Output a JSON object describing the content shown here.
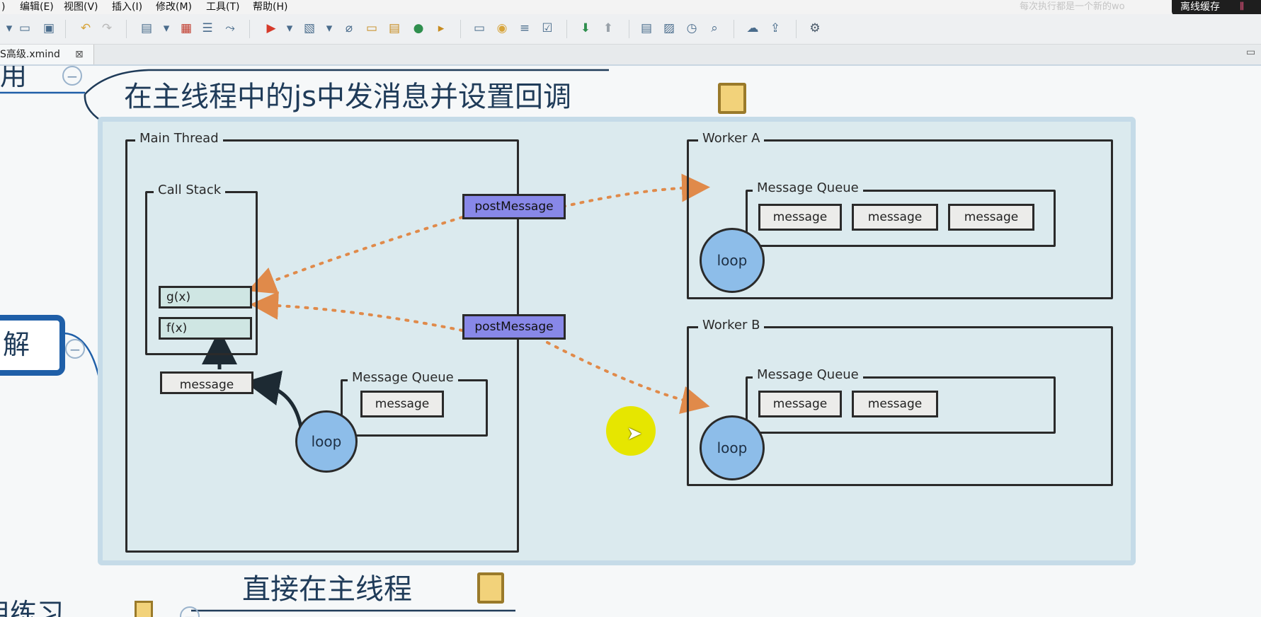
{
  "menubar": {
    "items": [
      "编辑(E)",
      "视图(V)",
      "插入(I)",
      "修改(M)",
      "工具(T)",
      "帮助(H)"
    ],
    "leading_fragment": ")"
  },
  "overlay": {
    "faded_text": "每次执行都是一个新的wo",
    "badge_label": "离线缓存"
  },
  "toolbar": {
    "icons": [
      "new-dropdown-icon",
      "open-folder-icon",
      "save-icon",
      "undo-icon",
      "redo-icon",
      "topic-icon",
      "subtopic-icon",
      "boundary-icon",
      "summary-icon",
      "relationship-icon",
      "marker-flag-icon",
      "image-icon",
      "attachment-icon",
      "label-icon",
      "note-icon",
      "hyperlink-icon",
      "audio-icon",
      "presentation-icon",
      "idea-icon",
      "gantt-icon",
      "task-icon",
      "export-icon",
      "share-icon",
      "outline-icon",
      "image-export-icon",
      "clock-icon",
      "search-icon",
      "cloud-upload-icon",
      "publish-icon",
      "settings-icon"
    ]
  },
  "tabs": {
    "file_name": "S高级.xmind",
    "close_glyph": "⊠",
    "minimize_glyph": "▭"
  },
  "mindmap": {
    "topic_left_top": "使用",
    "topic_left_mid": "解",
    "topic_left_bottom": "应用练习",
    "topic_main": "在主线程中的js中发消息并设置回调",
    "topic_bottom": "直接在主线程",
    "collapse_glyph": "−"
  },
  "diagram": {
    "main_thread": "Main Thread",
    "call_stack": "Call Stack",
    "frames": [
      "g(x)",
      "f(x)"
    ],
    "main_message": "message",
    "main_queue": "Message Queue",
    "main_queue_message": "message",
    "loop": "loop",
    "post_message_a": "postMessage",
    "post_message_b": "postMessage",
    "worker_a": "Worker A",
    "worker_a_queue": "Message Queue",
    "worker_a_messages": [
      "message",
      "message",
      "message"
    ],
    "worker_b": "Worker B",
    "worker_b_queue": "Message Queue",
    "worker_b_messages": [
      "message",
      "message"
    ]
  },
  "colors": {
    "accent_blue": "#1f5fa8",
    "diagram_bg": "#dbeaee",
    "post_message": "#8888e8",
    "loop": "#8dbde9",
    "arrow_orange": "#e08a4a",
    "cursor_highlight": "#e6e600"
  }
}
